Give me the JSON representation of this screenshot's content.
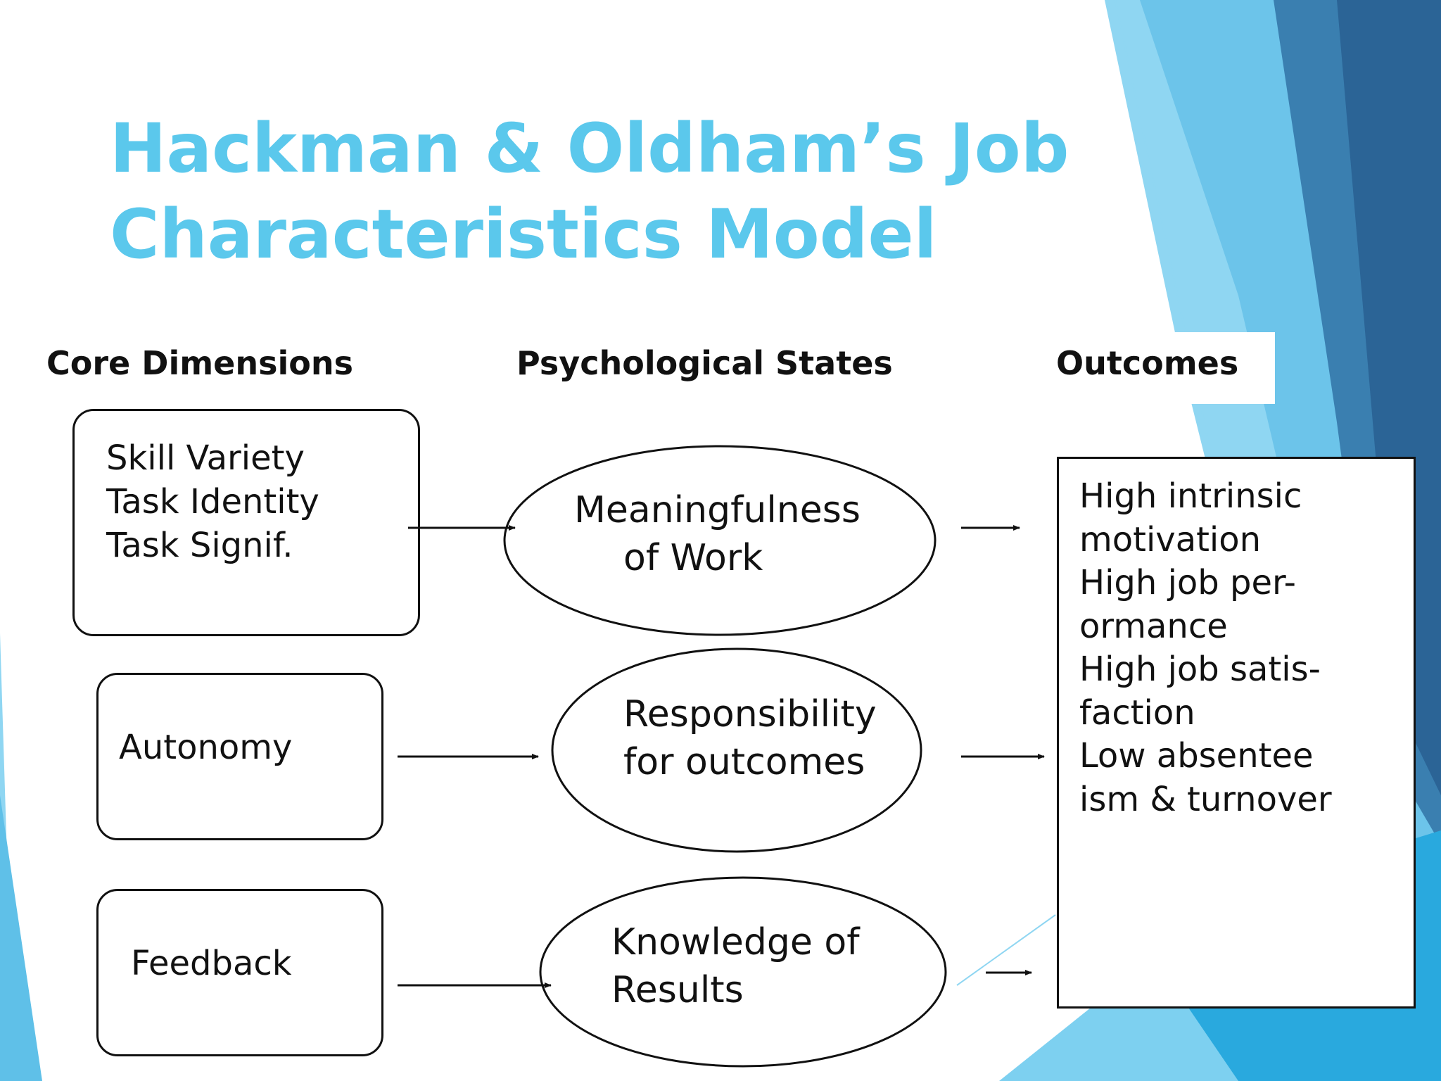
{
  "slide": {
    "title_lines": [
      "Hackman & Oldham’s Job",
      "Characteristics Model"
    ],
    "accent_color": "#5bc8ec"
  },
  "columns": {
    "core": "Core Dimensions",
    "states": "Psychological States",
    "outcomes": "Outcomes"
  },
  "core_dimensions": [
    {
      "lines": [
        "Skill Variety",
        "Task Identity",
        "Task Signif."
      ]
    },
    {
      "lines": [
        "Autonomy"
      ]
    },
    {
      "lines": [
        "Feedback"
      ]
    }
  ],
  "psychological_states": [
    {
      "lines": [
        "Meaningfulness",
        "of Work"
      ]
    },
    {
      "lines": [
        "Responsibility",
        "for outcomes"
      ]
    },
    {
      "lines": [
        "Knowledge of",
        "Results"
      ]
    }
  ],
  "outcomes": {
    "lines": [
      "High  intrinsic",
      "motivation",
      "High job per-",
      "ormance",
      "High job satis-",
      "faction",
      "Low absentee",
      "ism & turnover"
    ]
  }
}
